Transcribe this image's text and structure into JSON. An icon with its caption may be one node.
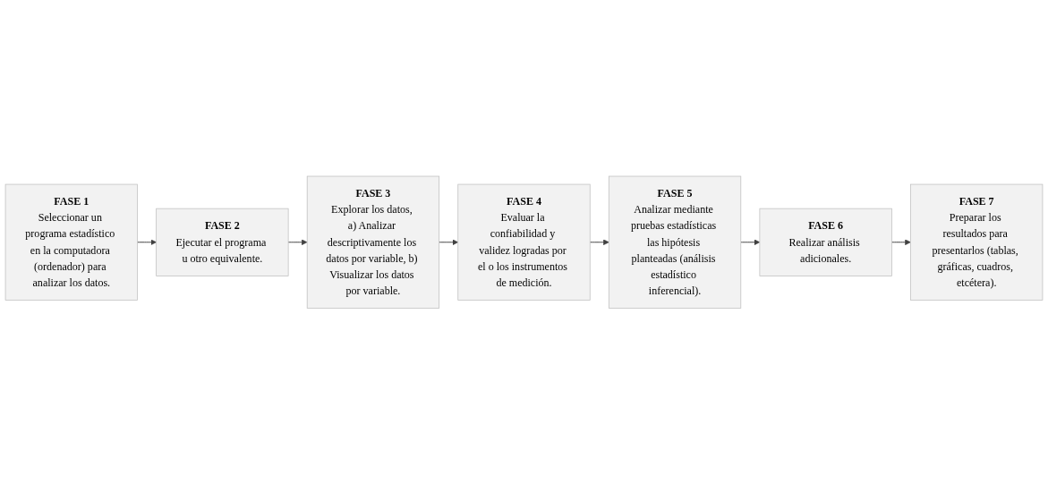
{
  "diagram": {
    "nodes": [
      {
        "text": [
          "FASE 1",
          "Seleccionar un programa estadístico en la computadora (ordenador) para analizar los datos."
        ]
      },
      {
        "text": [
          "FASE 2",
          "Ejecutar el programa u otro equivalente."
        ]
      },
      {
        "text": [
          "FASE 3",
          "Explorar los datos, a) Analizar descriptivamente los datos por variable, b) Visualizar los datos por variable."
        ]
      },
      {
        "text": [
          "FASE 4",
          "Evaluar la confiabilidad y validez logradas por el o los instrumentos de medición."
        ]
      },
      {
        "text": [
          "FASE 5",
          "Analizar mediante pruebas estadísticas las hipótesis planteadas (análisis estadístico inferencial)."
        ]
      },
      {
        "text": [
          "FASE 6",
          "Realizar análisis adicionales."
        ]
      },
      {
        "text": [
          "FASE 7",
          "Preparar los resultados para presentarlos (tablas, gráficas, cuadros, etcétera)."
        ]
      }
    ],
    "edges": [
      {
        "from": 0,
        "to": 1,
        "arrow": "to"
      },
      {
        "from": 1,
        "to": 2,
        "arrow": "to"
      },
      {
        "from": 2,
        "to": 3,
        "arrow": "to"
      },
      {
        "from": 3,
        "to": 4,
        "arrow": "to"
      },
      {
        "from": 4,
        "to": 5,
        "arrow": "to"
      },
      {
        "from": 5,
        "to": 6,
        "arrow": "to"
      }
    ]
  }
}
